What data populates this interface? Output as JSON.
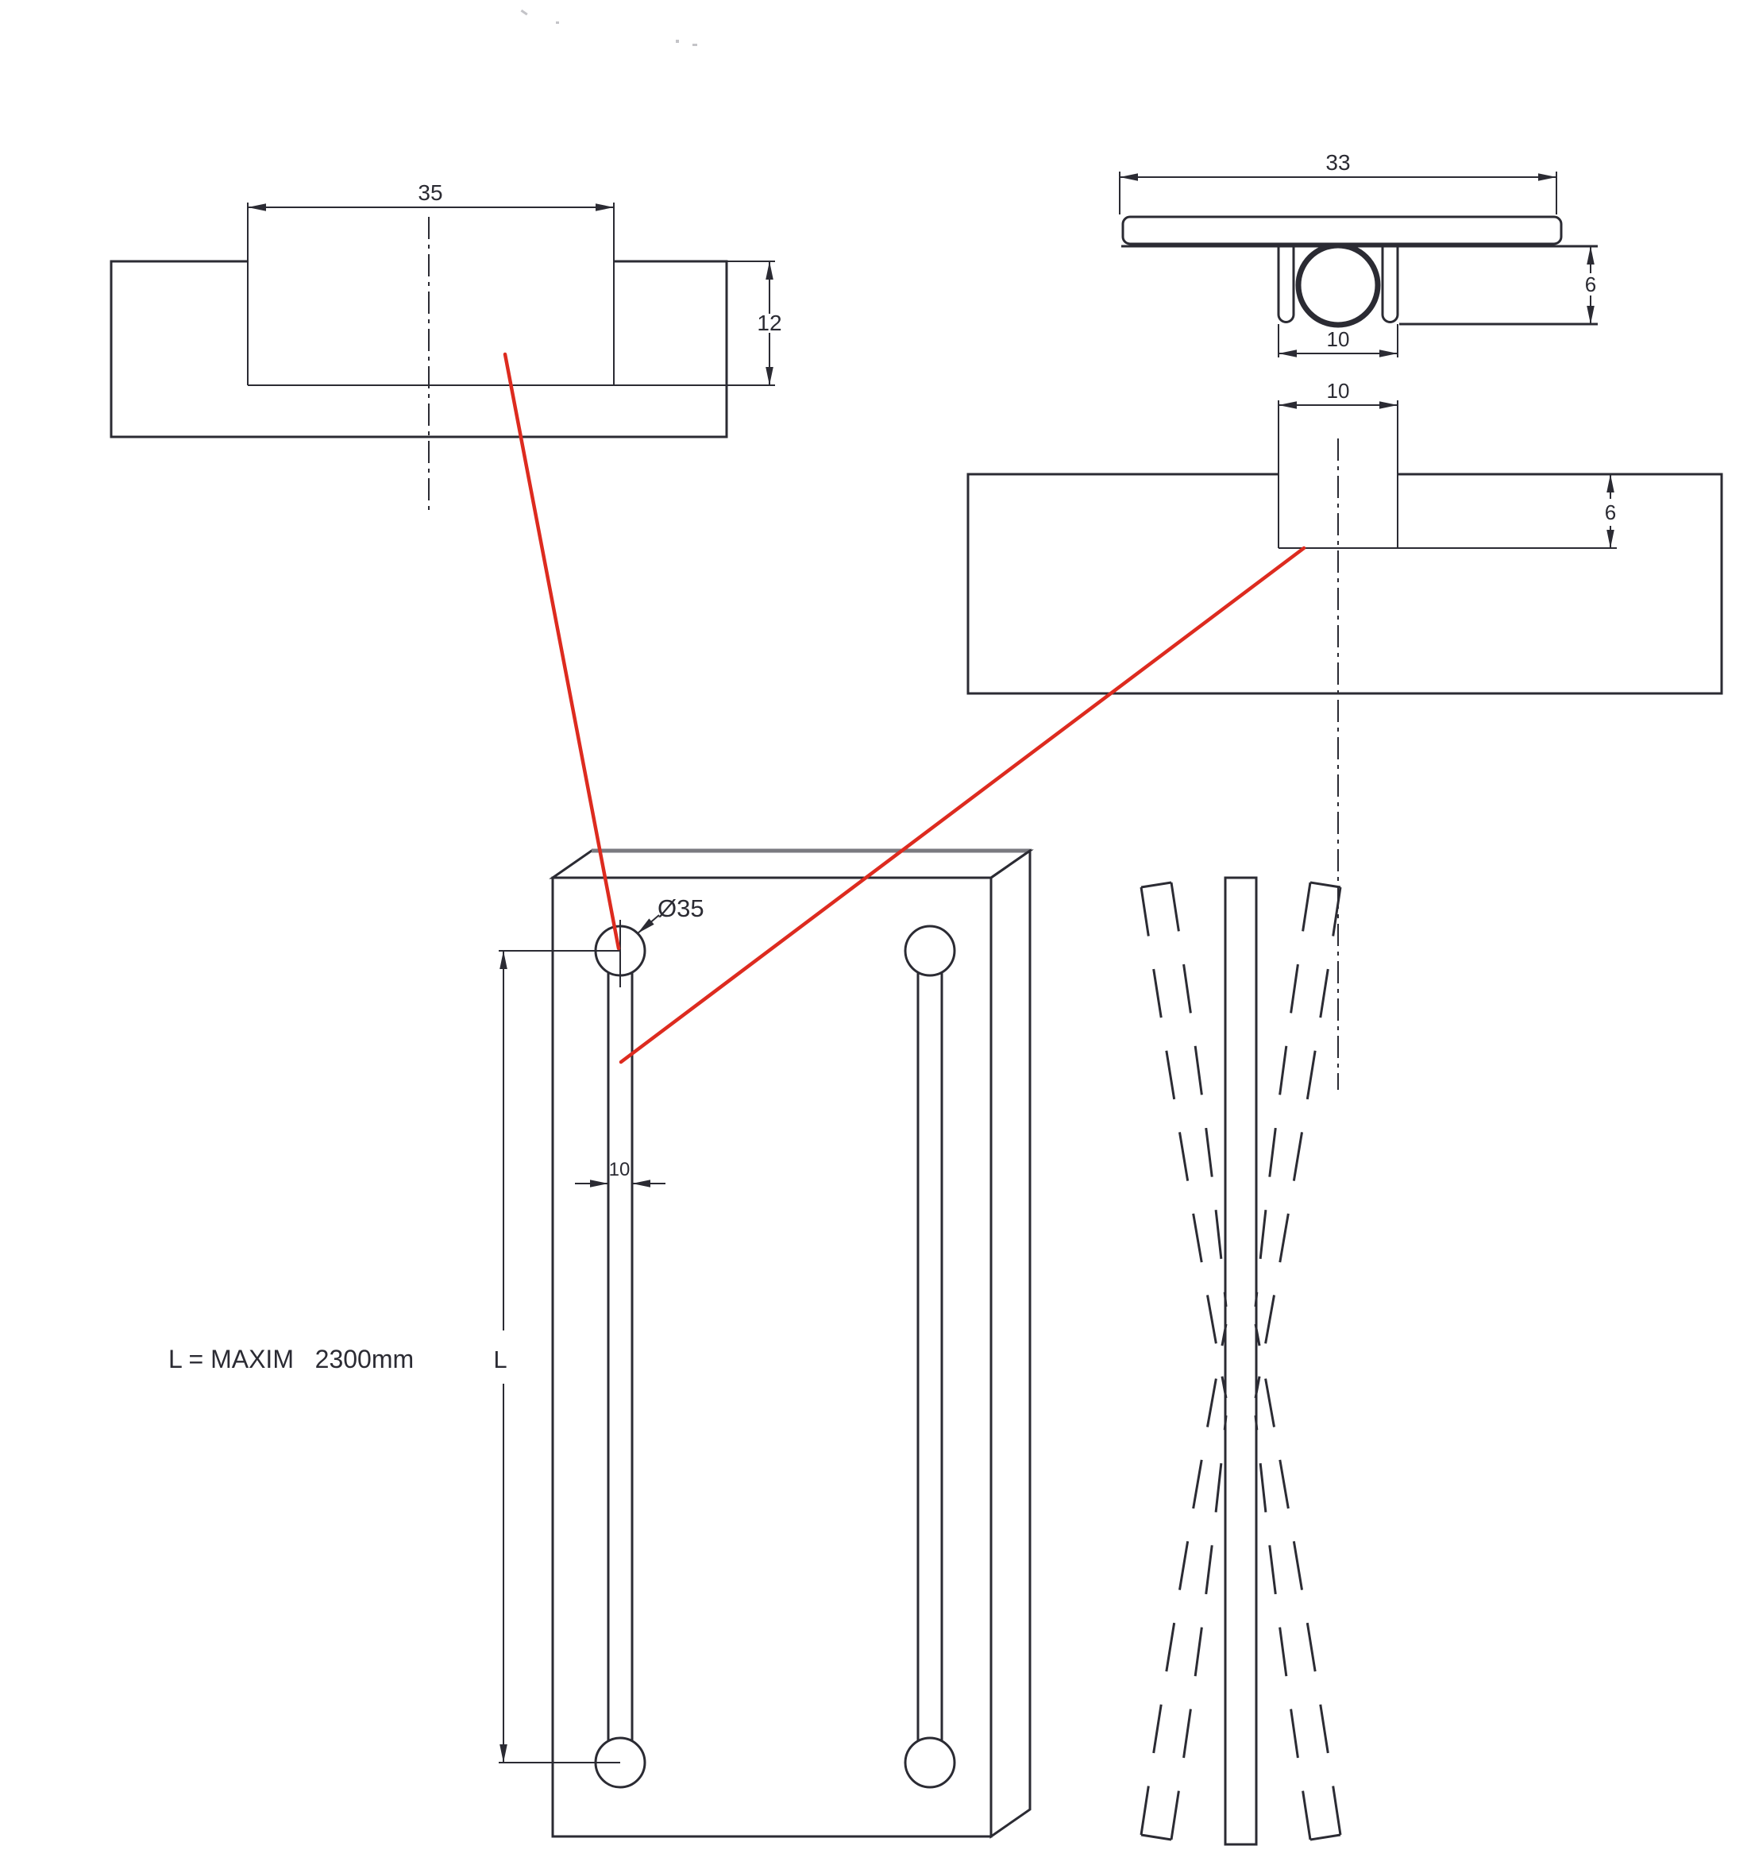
{
  "drawing": {
    "title": "connector-profile-technical-drawing",
    "views": {
      "slot_detail_large": {
        "width_label": "35",
        "depth_label": "12"
      },
      "t_profile_detail": {
        "width_label": "33",
        "height_label": "6",
        "channel_label": "10"
      },
      "slot_detail_small": {
        "width_label": "10",
        "depth_label": "6"
      },
      "panel": {
        "hole_label": "Ø35",
        "slot_width_label": "10",
        "length_label": "L"
      },
      "note": "L = MAXIM   2300mm"
    },
    "colors": {
      "line": "#2b2b33",
      "red": "#dd2b1f",
      "background": "#ffffff",
      "secondary_edge": "#7a7a80"
    }
  }
}
